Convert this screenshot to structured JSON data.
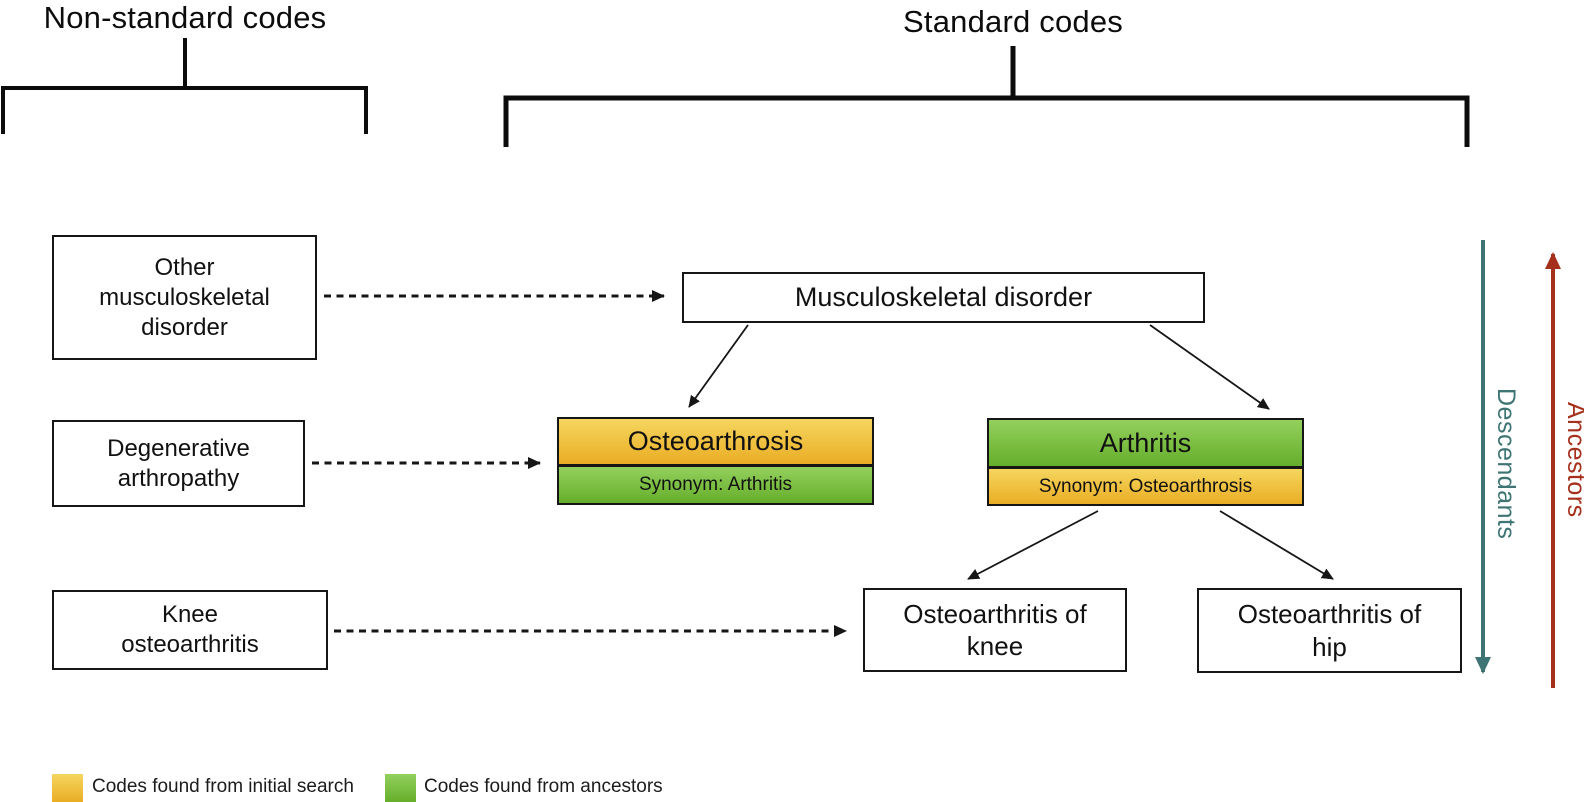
{
  "groups": {
    "non_standard": {
      "title": "Non-standard codes"
    },
    "standard": {
      "title": "Standard codes"
    }
  },
  "nodes": {
    "other_musculoskeletal": {
      "label": "Other\nmusculoskeletal\ndisorder",
      "group": "non-standard"
    },
    "degenerative_arthropathy": {
      "label": "Degenerative\narthropathy",
      "group": "non-standard"
    },
    "knee_osteoarthritis": {
      "label": "Knee\nosteoarthritis",
      "group": "non-standard"
    },
    "musculoskeletal_disorder": {
      "label": "Musculoskeletal disorder",
      "group": "standard"
    },
    "osteoarthrosis": {
      "label": "Osteoarthrosis",
      "synonym": "Synonym: Arthritis",
      "category": "initial-search",
      "group": "standard"
    },
    "arthritis": {
      "label": "Arthritis",
      "synonym": "Synonym: Osteoarthrosis",
      "category": "ancestor",
      "group": "standard"
    },
    "osteoarthritis_of_knee": {
      "label": "Osteoarthritis of\nknee",
      "group": "standard"
    },
    "osteoarthritis_of_hip": {
      "label": "Osteoarthritis of\nhip",
      "group": "standard"
    }
  },
  "mappings": [
    {
      "from": "Other musculoskeletal disorder",
      "to": "Musculoskeletal disorder",
      "style": "dashed"
    },
    {
      "from": "Degenerative arthropathy",
      "to": "Osteoarthrosis",
      "style": "dashed"
    },
    {
      "from": "Knee osteoarthritis",
      "to": "Osteoarthritis of knee",
      "style": "dashed"
    }
  ],
  "hierarchy": [
    {
      "from": "Musculoskeletal disorder",
      "to": "Osteoarthrosis"
    },
    {
      "from": "Musculoskeletal disorder",
      "to": "Arthritis"
    },
    {
      "from": "Arthritis",
      "to": "Osteoarthritis of knee"
    },
    {
      "from": "Arthritis",
      "to": "Osteoarthritis of hip"
    }
  ],
  "axes": {
    "descendants": {
      "label": "Descendants",
      "direction": "down",
      "color": "#3E7473"
    },
    "ancestors": {
      "label": "Ancestors",
      "direction": "up",
      "color": "#A5301B"
    }
  },
  "legend": [
    {
      "label": "Codes found from initial search",
      "category": "initial-search",
      "color": "#EFC133"
    },
    {
      "label": "Codes found from ancestors",
      "category": "ancestor",
      "color": "#76BE43"
    }
  ],
  "colors": {
    "initial_search_top": "#F5D65F",
    "initial_search_bottom": "#EAAD24",
    "ancestor_top": "#93D05D",
    "ancestor_bottom": "#66AE2B",
    "line": "#161616"
  }
}
